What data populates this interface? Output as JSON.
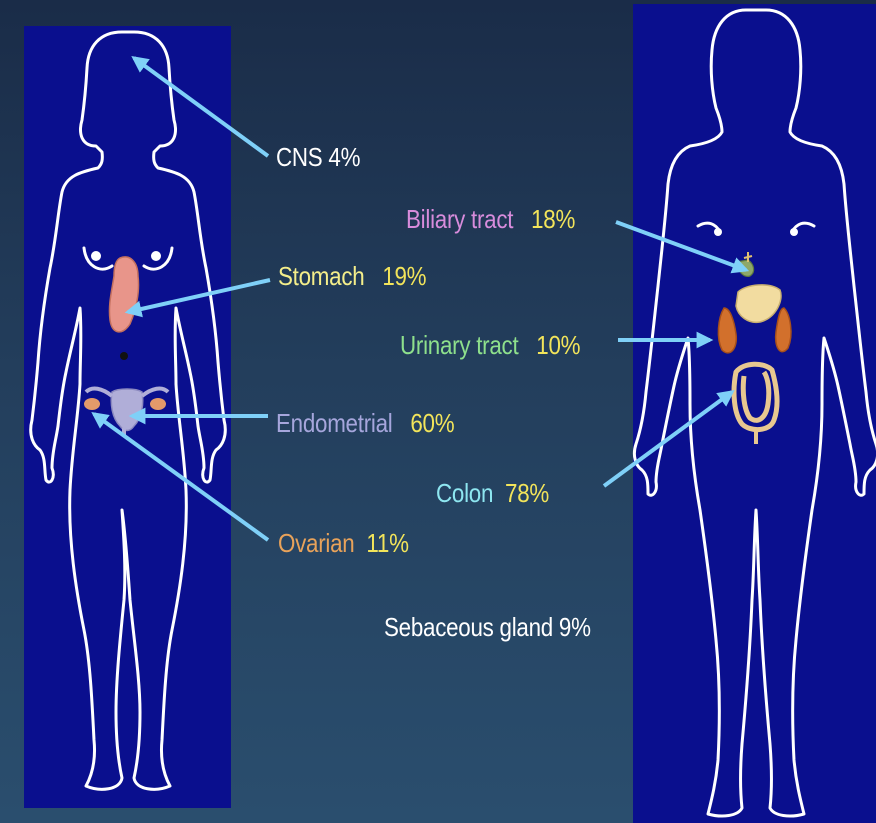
{
  "labels": {
    "cns": {
      "name": "CNS 4%"
    },
    "stomach": {
      "name": "Stomach",
      "pct": "19%"
    },
    "endometrial": {
      "name": "Endometrial",
      "pct": "60%"
    },
    "ovarian": {
      "name": "Ovarian",
      "pct": "11%"
    },
    "biliary": {
      "name": "Biliary tract",
      "pct": "18%"
    },
    "urinary": {
      "name": "Urinary tract",
      "pct": "10%"
    },
    "colon": {
      "name": "Colon",
      "pct": "78%"
    },
    "sebaceous": {
      "name": "Sebaceous gland 9%"
    }
  },
  "colors": {
    "background": "#1f3654",
    "panel": "#0a0f8e",
    "outline": "#ffffff",
    "arrow": "#7fd0f8",
    "label_white": "#ffffff",
    "label_yellow": "#f4ee8a",
    "pct_yellow": "#f2e45a",
    "label_lavender": "#a6a6dc",
    "label_orange": "#e8a25a",
    "label_pink": "#d88cdc",
    "label_green": "#8ee08c",
    "label_cyan": "#8ee6f0"
  }
}
